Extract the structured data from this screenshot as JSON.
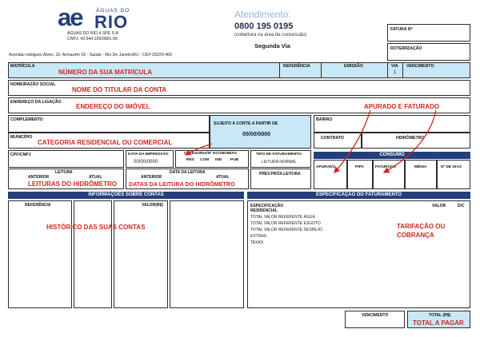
{
  "brand": {
    "logo_mark": "ae",
    "logo_top": "ÁGUAS DO",
    "logo_big": "RIO",
    "company": "ÁGUAS DO RIO 4 SPE S.A",
    "cnpj": "CNPJ: 42.644.220/0001-06",
    "address": "Avenida rodrigues Alves, 10, Armazém 02 - Saúde - Rio De Janeiro/RJ - CEP 20220-460",
    "accent": "#243f7a",
    "light": "#c9e8f7",
    "red": "#d0271e"
  },
  "atendimento": {
    "title": "Atendimento:",
    "phone": "0800 195 0195",
    "coverage": "(cobertura na área de concessão)",
    "copy": "Segunda Via"
  },
  "topright": {
    "fatura": "FATURA Nº",
    "roteirizacao": "ROTEIRIZAÇÃO"
  },
  "row1": {
    "matricula": "MATRÍCULA",
    "matricula_hint": "NÚMERO DA SUA MATRÍCULA",
    "referencia": "REFERÊNCIA",
    "emissao": "EMISSÃO",
    "via": "VIA",
    "via_value": "1",
    "vencimento": "VENCIMENTO"
  },
  "nome": {
    "label": "NOME/RAZÃO SOCIAL",
    "hint": "NOME DO TITULAR DA CONTA"
  },
  "endereco": {
    "label": "ENDEREÇO DA LIGAÇÃO",
    "hint": "ENDEREÇO DO IMÓVEL"
  },
  "apurado_hint": "APURADO E FATURADO",
  "complemento": "COMPLEMENTO",
  "corte": {
    "label": "SUJEITO A CORTE A PARTIR DE",
    "date": "00/00/0000"
  },
  "bairro": "BAIRRO",
  "municipio": {
    "label": "MUNICÍPIO",
    "hint": "CATEGORIA RESIDENCIAL OU COMERCIAL"
  },
  "contrato": "CONTRATO",
  "hidrometro": "HIDRÔMETRO",
  "cpf": "CPF/CNPJ",
  "impressao": {
    "label": "DATA DA IMPRESSÃO",
    "value": "00/00/0000"
  },
  "categoria": {
    "label": "CATEGORIA/Nº ECONOMIAS",
    "cols": [
      "RES",
      "COM",
      "IND",
      "PUB"
    ]
  },
  "tipo_fat": {
    "label": "TIPO DE FATURAMENTO",
    "value": "LEITURA NORMAL"
  },
  "consumo": {
    "title": "CONSUMO",
    "cols": [
      "APURADO",
      "PIPA",
      "FATURADO",
      "MÉDIA",
      "Nº DE DIAS"
    ]
  },
  "leitura": {
    "head": "LEITURA",
    "anterior": "ANTERIOR",
    "atual": "ATUAL",
    "hint": "LEITURAS DO HIDRÔMETRO"
  },
  "data_leitura": {
    "head": "DATA DA LEITURA",
    "anterior": "ANTERIOR",
    "atual": "ATUAL",
    "hint": "DATAS DA LEITURA DO HIDRÔMETRO"
  },
  "prev_prox": "PREV.PRÓX.LEITURA",
  "info_contas": {
    "title": "INFORMAÇÕES SOBRE CONTAS",
    "referencia": "REFERÊNCIA",
    "valor": "VALOR(R$)",
    "hint": "HISTÓRICO DAS SUAS CONTAS"
  },
  "especificacao": {
    "title": "ESPECIFICAÇÃO DO FATURAMENTO",
    "head1": "ESPECIFICAÇÃO",
    "head2": "RESIDENCIAL",
    "valor": "VALOR",
    "dc": "D/C",
    "items": [
      "TOTAL VALOR REFERENTE ÁGUA",
      "TOTAL VALOR REFERENTE ESGOTO",
      "TOTAL VALOR REFERENTE DESPEJO",
      "EXTRAS",
      "TAXAS"
    ],
    "hint1": "TARIFAÇÃO OU",
    "hint2": "COBRANÇA"
  },
  "footer": {
    "vencimento": "VENCIMENTO",
    "total": "TOTAL (R$)",
    "total_hint": "TOTAL A PAGAR"
  }
}
